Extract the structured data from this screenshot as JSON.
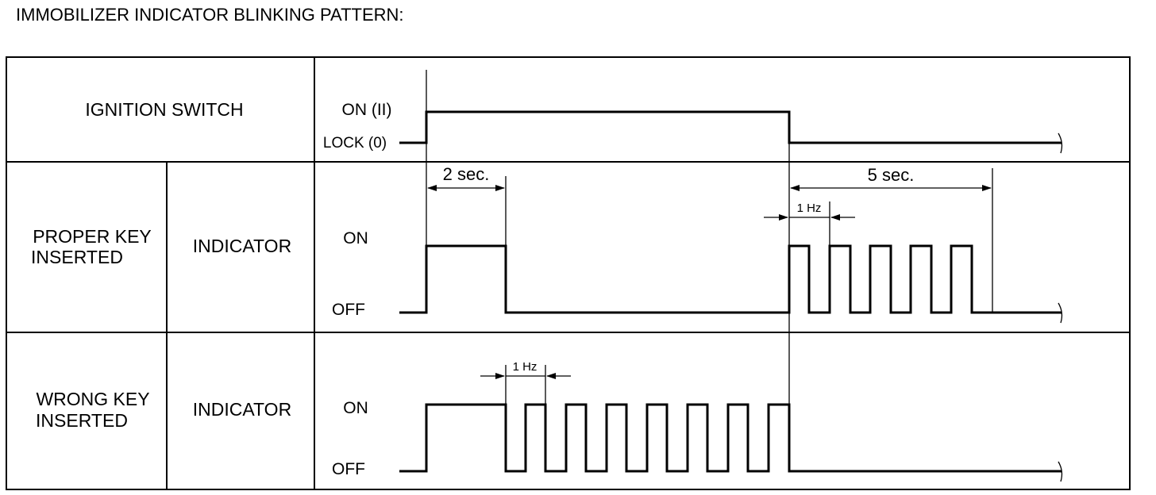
{
  "title": "IMMOBILIZER INDICATOR BLINKING PATTERN:",
  "rows": {
    "ignition": {
      "label": "IGNITION SWITCH",
      "level_high": "ON (II)",
      "level_low": "LOCK (0)"
    },
    "proper": {
      "label_line1": "PROPER KEY",
      "label_line2": "INSERTED",
      "sublabel": "INDICATOR",
      "level_high": "ON",
      "level_low": "OFF"
    },
    "wrong": {
      "label_line1": "WRONG KEY",
      "label_line2": "INSERTED",
      "sublabel": "INDICATOR",
      "level_high": "ON",
      "level_low": "OFF"
    }
  },
  "annotations": {
    "proper_on_duration": "2 sec.",
    "proper_blink_duration": "5 sec.",
    "proper_blink_freq": "1 Hz",
    "wrong_blink_freq": "1 Hz"
  }
}
